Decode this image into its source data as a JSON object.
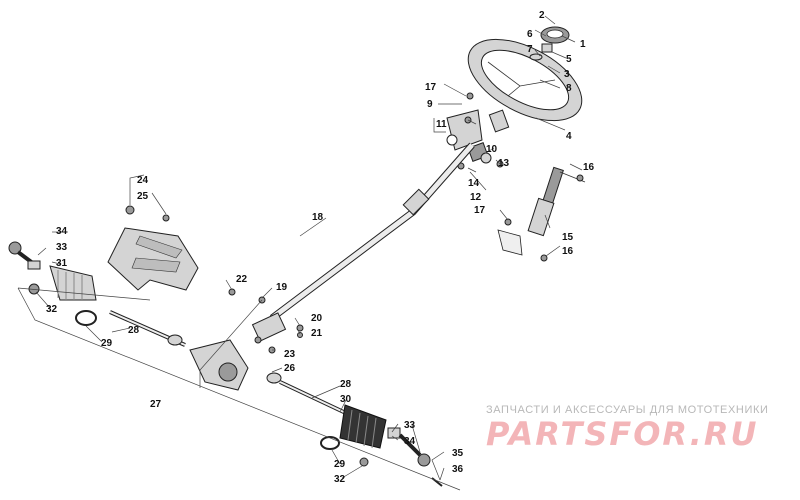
{
  "callouts": [
    "1",
    "2",
    "3",
    "4",
    "5",
    "6",
    "7",
    "8",
    "9",
    "10",
    "11",
    "12",
    "13",
    "14",
    "15",
    "16",
    "16",
    "17",
    "17",
    "18",
    "19",
    "20",
    "21",
    "22",
    "23",
    "24",
    "25",
    "26",
    "27",
    "28",
    "28",
    "29",
    "29",
    "30",
    "31",
    "32",
    "32",
    "33",
    "33",
    "34",
    "34",
    "35",
    "36"
  ],
  "watermark": {
    "caption": "ЗАПЧАСТИ И АКСЕССУАРЫ ДЛЯ МОТОТЕХНИКИ",
    "logo": "PARTSFOR.RU"
  }
}
